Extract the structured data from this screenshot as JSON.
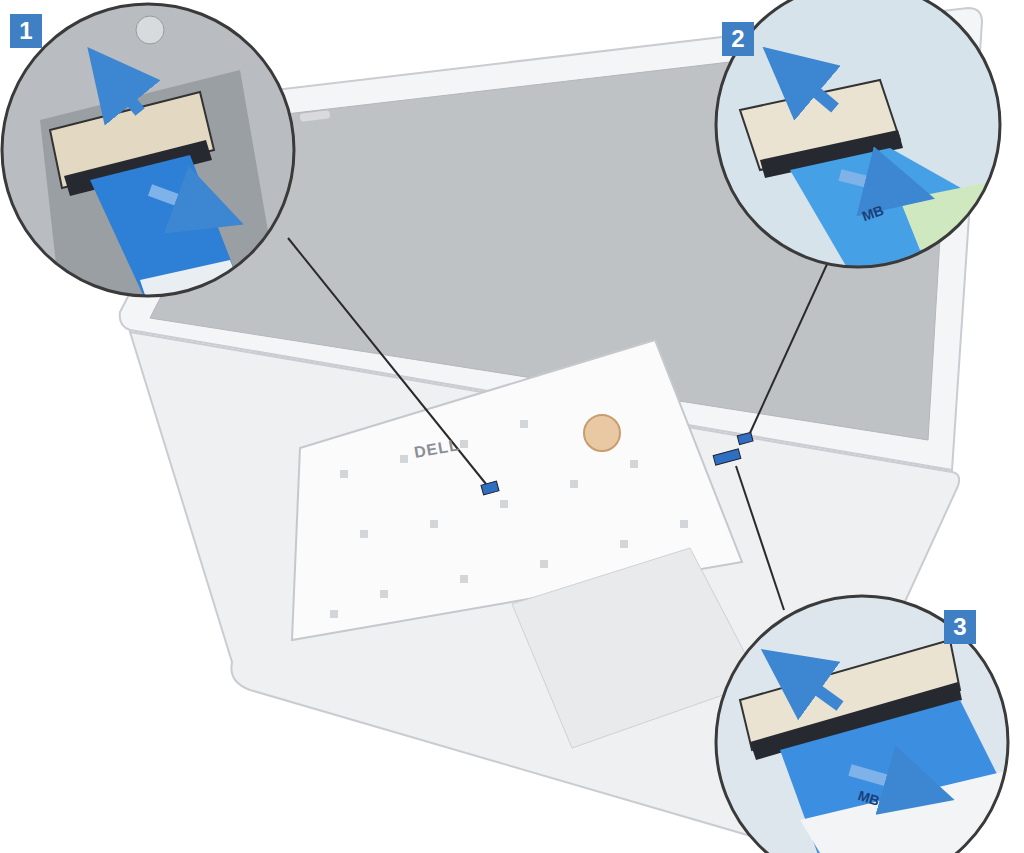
{
  "diagram": {
    "labels": [
      "1",
      "2",
      "3",
      "DELL",
      "MB",
      "MB"
    ]
  }
}
